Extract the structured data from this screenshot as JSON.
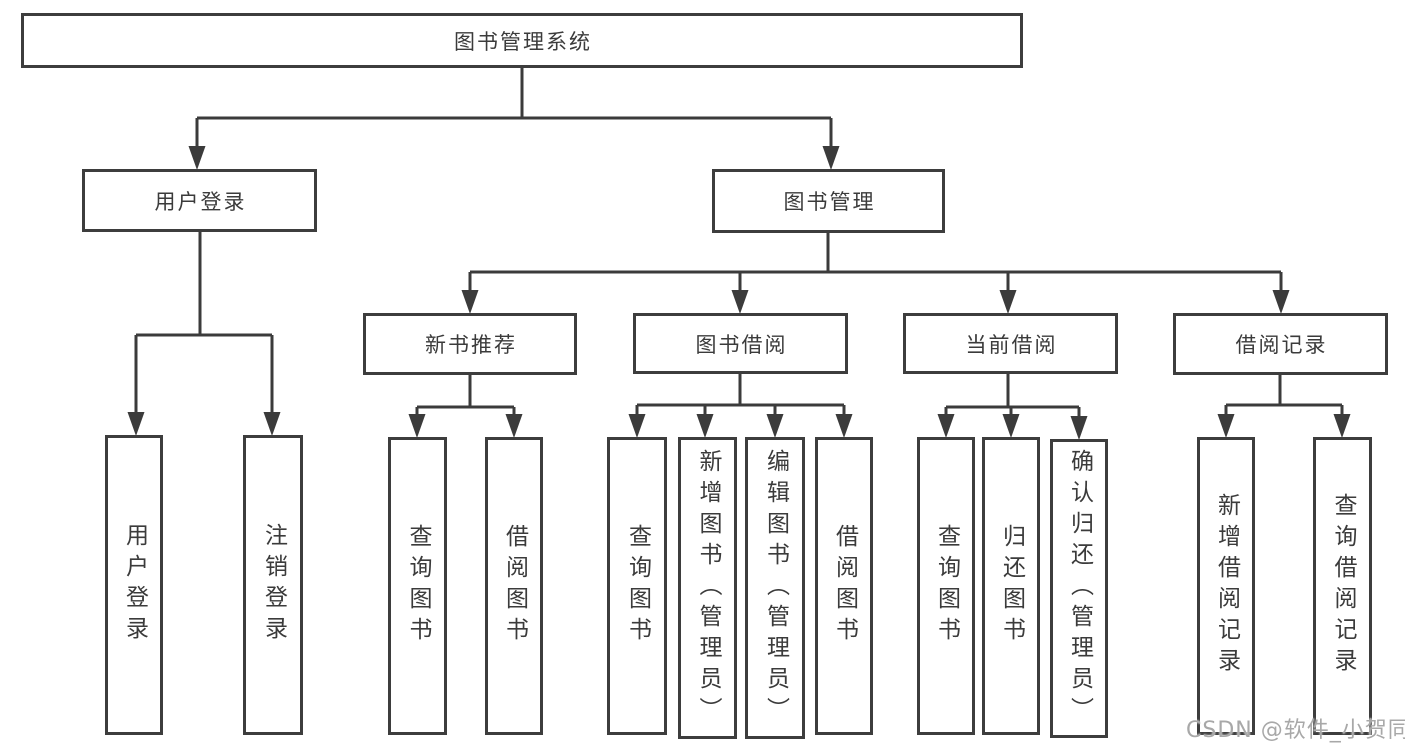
{
  "diagram": {
    "type": "hierarchy-tree",
    "colors": {
      "line": "#3b3b3b",
      "box_border": "#3d3d3d",
      "text": "#3b3b3b",
      "background": "#ffffff",
      "watermark": "#a8a8a8"
    },
    "root": {
      "label": "图书管理系统"
    },
    "branches": [
      {
        "label": "用户登录",
        "children": [
          {
            "label": "用户登录"
          },
          {
            "label": "注销登录"
          }
        ]
      },
      {
        "label": "图书管理",
        "groups": [
          {
            "label": "新书推荐",
            "children": [
              {
                "label": "查询图书"
              },
              {
                "label": "借阅图书"
              }
            ]
          },
          {
            "label": "图书借阅",
            "children": [
              {
                "label": "查询图书"
              },
              {
                "label": "新增图书（管理员）"
              },
              {
                "label": "编辑图书（管理员）"
              },
              {
                "label": "借阅图书"
              }
            ]
          },
          {
            "label": "当前借阅",
            "children": [
              {
                "label": "查询图书"
              },
              {
                "label": "归还图书"
              },
              {
                "label": "确认归还（管理员）"
              }
            ]
          },
          {
            "label": "借阅记录",
            "children": [
              {
                "label": "新增借阅记录"
              },
              {
                "label": "查询借阅记录"
              }
            ]
          }
        ]
      }
    ],
    "watermark": "CSDN @软件_小贺同学"
  }
}
